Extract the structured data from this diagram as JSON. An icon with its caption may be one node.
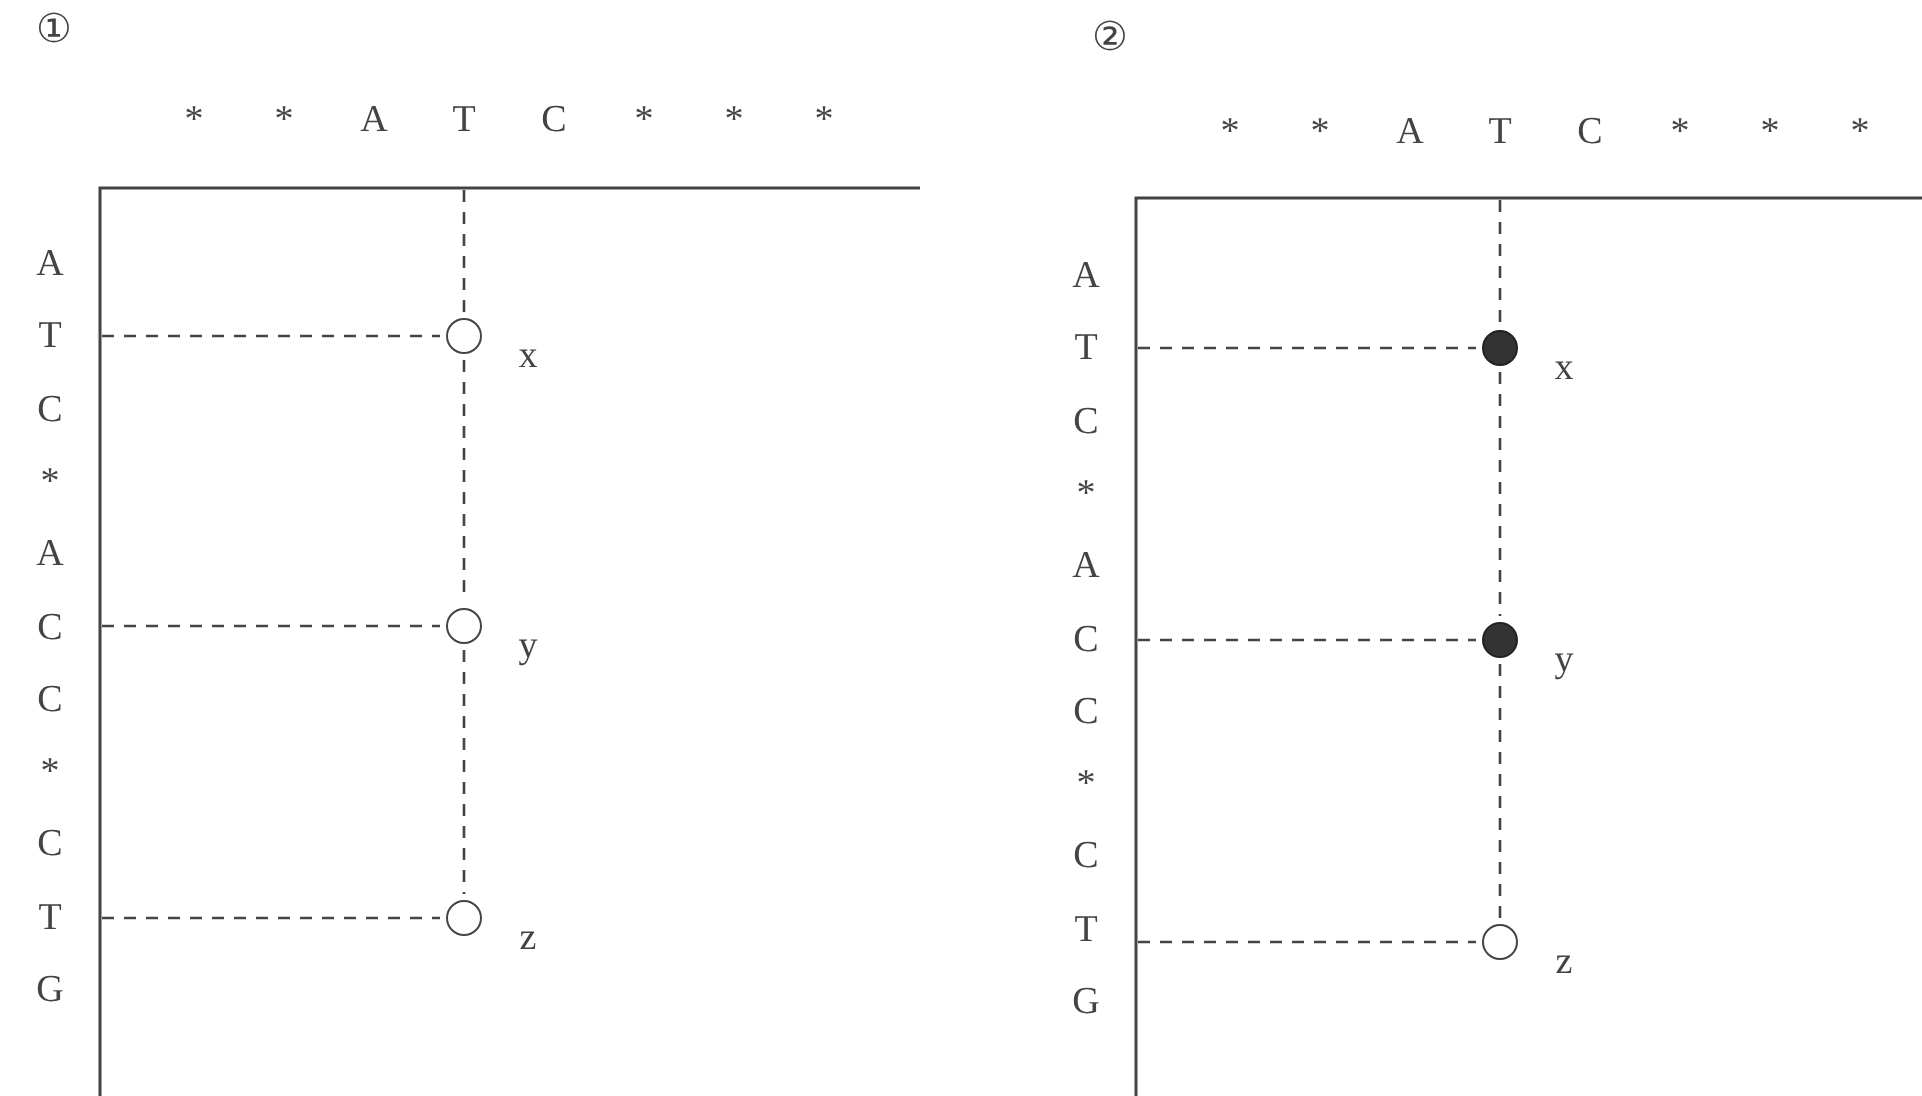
{
  "diagram": {
    "nodes": [
      {
        "text": [],
        "shape": "circle",
        "beside": [
          "x"
        ]
      },
      {
        "text": [],
        "shape": "circle",
        "beside": [
          "y"
        ]
      },
      {
        "text": [],
        "shape": "circle",
        "beside": [
          "z"
        ]
      },
      {
        "text": [],
        "shape": "dot",
        "beside": [
          "x"
        ]
      },
      {
        "text": [],
        "shape": "dot",
        "beside": [
          "y"
        ]
      },
      {
        "text": [],
        "shape": "circle",
        "beside": [
          "z"
        ]
      }
    ],
    "edges": [
      {
        "from": null,
        "to": 0,
        "arrow": "none",
        "style": "dashed"
      },
      {
        "from": null,
        "to": 0,
        "arrow": "none",
        "style": "dashed"
      },
      {
        "from": 0,
        "to": 1,
        "arrow": "none",
        "style": "dashed"
      },
      {
        "from": null,
        "to": 1,
        "arrow": "none",
        "style": "dashed"
      },
      {
        "from": 1,
        "to": 2,
        "arrow": "none",
        "style": "dashed"
      },
      {
        "from": null,
        "to": 2,
        "arrow": "none",
        "style": "dashed"
      },
      {
        "from": null,
        "to": 3,
        "arrow": "none",
        "style": "dashed"
      },
      {
        "from": null,
        "to": 3,
        "arrow": "none",
        "style": "dashed"
      },
      {
        "from": 3,
        "to": 4,
        "arrow": "none",
        "style": "dashed"
      },
      {
        "from": null,
        "to": 4,
        "arrow": "none",
        "style": "dashed"
      },
      {
        "from": 4,
        "to": 5,
        "arrow": "none",
        "style": "dashed"
      },
      {
        "from": null,
        "to": 5,
        "arrow": "none",
        "style": "dashed"
      }
    ],
    "labels": [
      "①",
      "*",
      "*",
      "A",
      "T",
      "C",
      "*",
      "*",
      "*",
      "A",
      "T",
      "C",
      "*",
      "A",
      "C",
      "C",
      "*",
      "C",
      "T",
      "G",
      "②",
      "*",
      "*",
      "A",
      "T",
      "C",
      "*",
      "*",
      "*",
      "A",
      "T",
      "C",
      "*",
      "A",
      "C",
      "C",
      "*",
      "C",
      "T",
      "G"
    ]
  }
}
